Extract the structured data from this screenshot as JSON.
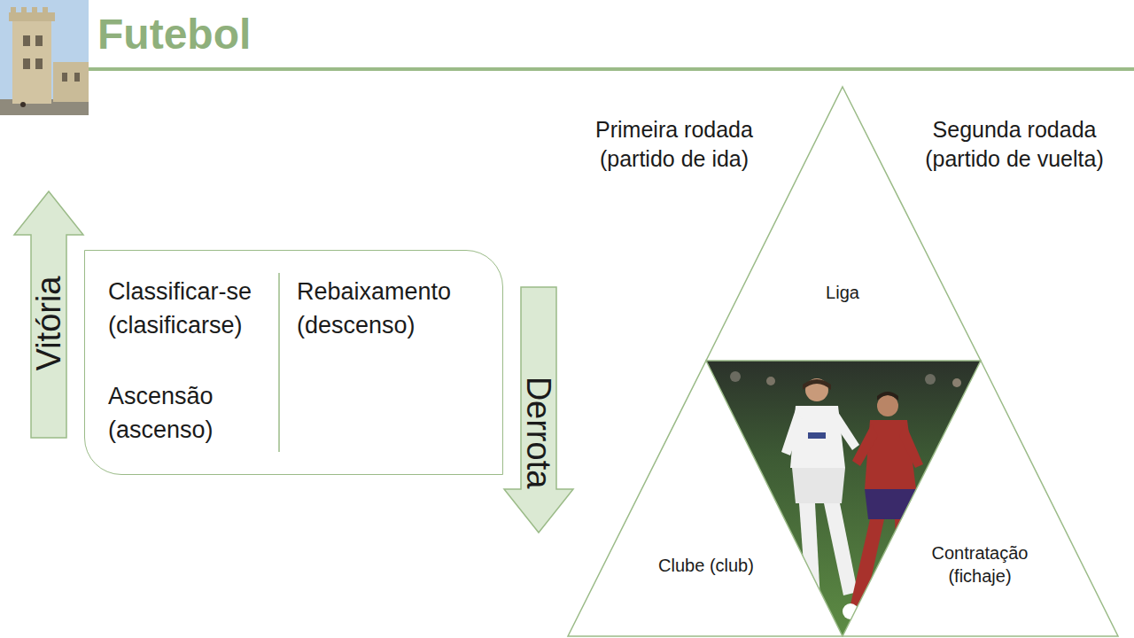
{
  "diagram": {
    "title": "Futebol",
    "nodes": [
      {
        "text": [
          "Vitória"
        ]
      },
      {
        "text": [
          "Classificar-se (clasificarse)",
          "Ascensão (ascenso)",
          "Rebaixamento (descenso)"
        ]
      },
      {
        "text": [
          "Derrota"
        ]
      },
      {
        "text": [
          "Liga"
        ]
      },
      {
        "text": [
          "Clube (club)"
        ]
      },
      {
        "text": [
          "Contratação (fichaje)"
        ]
      }
    ],
    "labels": [
      "Primeira rodada (partido de ida)",
      "Segunda rodada (partido de vuelta)"
    ]
  }
}
